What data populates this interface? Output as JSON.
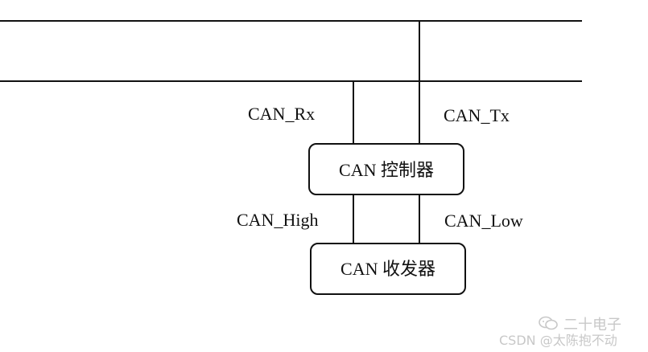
{
  "diagram": {
    "labels": {
      "can_rx": "CAN_Rx",
      "can_tx": "CAN_Tx",
      "can_high": "CAN_High",
      "can_low": "CAN_Low"
    },
    "nodes": {
      "controller": "CAN 控制器",
      "transceiver": "CAN 收发器"
    }
  },
  "watermark": {
    "account": "二十电子",
    "csdn": "CSDN @太陈抱不动",
    "icon": "wechat-icon"
  },
  "colors": {
    "line": "#111111",
    "background": "#ffffff",
    "watermark": "#c8c8c8"
  }
}
